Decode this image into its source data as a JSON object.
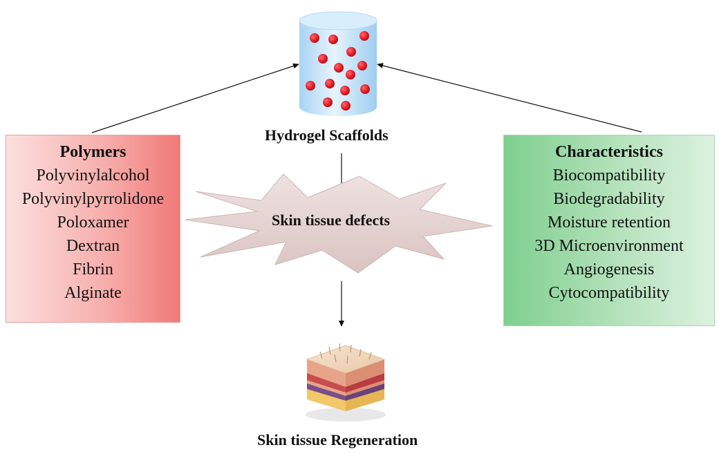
{
  "hydrogel_label": "Hydrogel Scaffolds",
  "defects_label": "Skin tissue defects",
  "regeneration_label": "Skin tissue Regeneration",
  "polymers": {
    "title": "Polymers",
    "items": [
      "Polyvinylalcohol",
      "Polyvinylpyrrolidone",
      "Poloxamer",
      "Dextran",
      "Fibrin",
      "Alginate"
    ]
  },
  "characteristics": {
    "title": "Characteristics",
    "items": [
      "Biocompatibility",
      "Biodegradability",
      "Moisture retention",
      "3D Microenvironment",
      "Angiogenesis",
      "Cytocompatibility"
    ]
  },
  "colors": {
    "polymers_box": "#f7b0ae",
    "characteristics_box": "#b5e2bc",
    "hydrogel_body": "#cfe8fb",
    "hydrogel_beads": "#e8202a",
    "defect_star": "#e6d2d0"
  }
}
